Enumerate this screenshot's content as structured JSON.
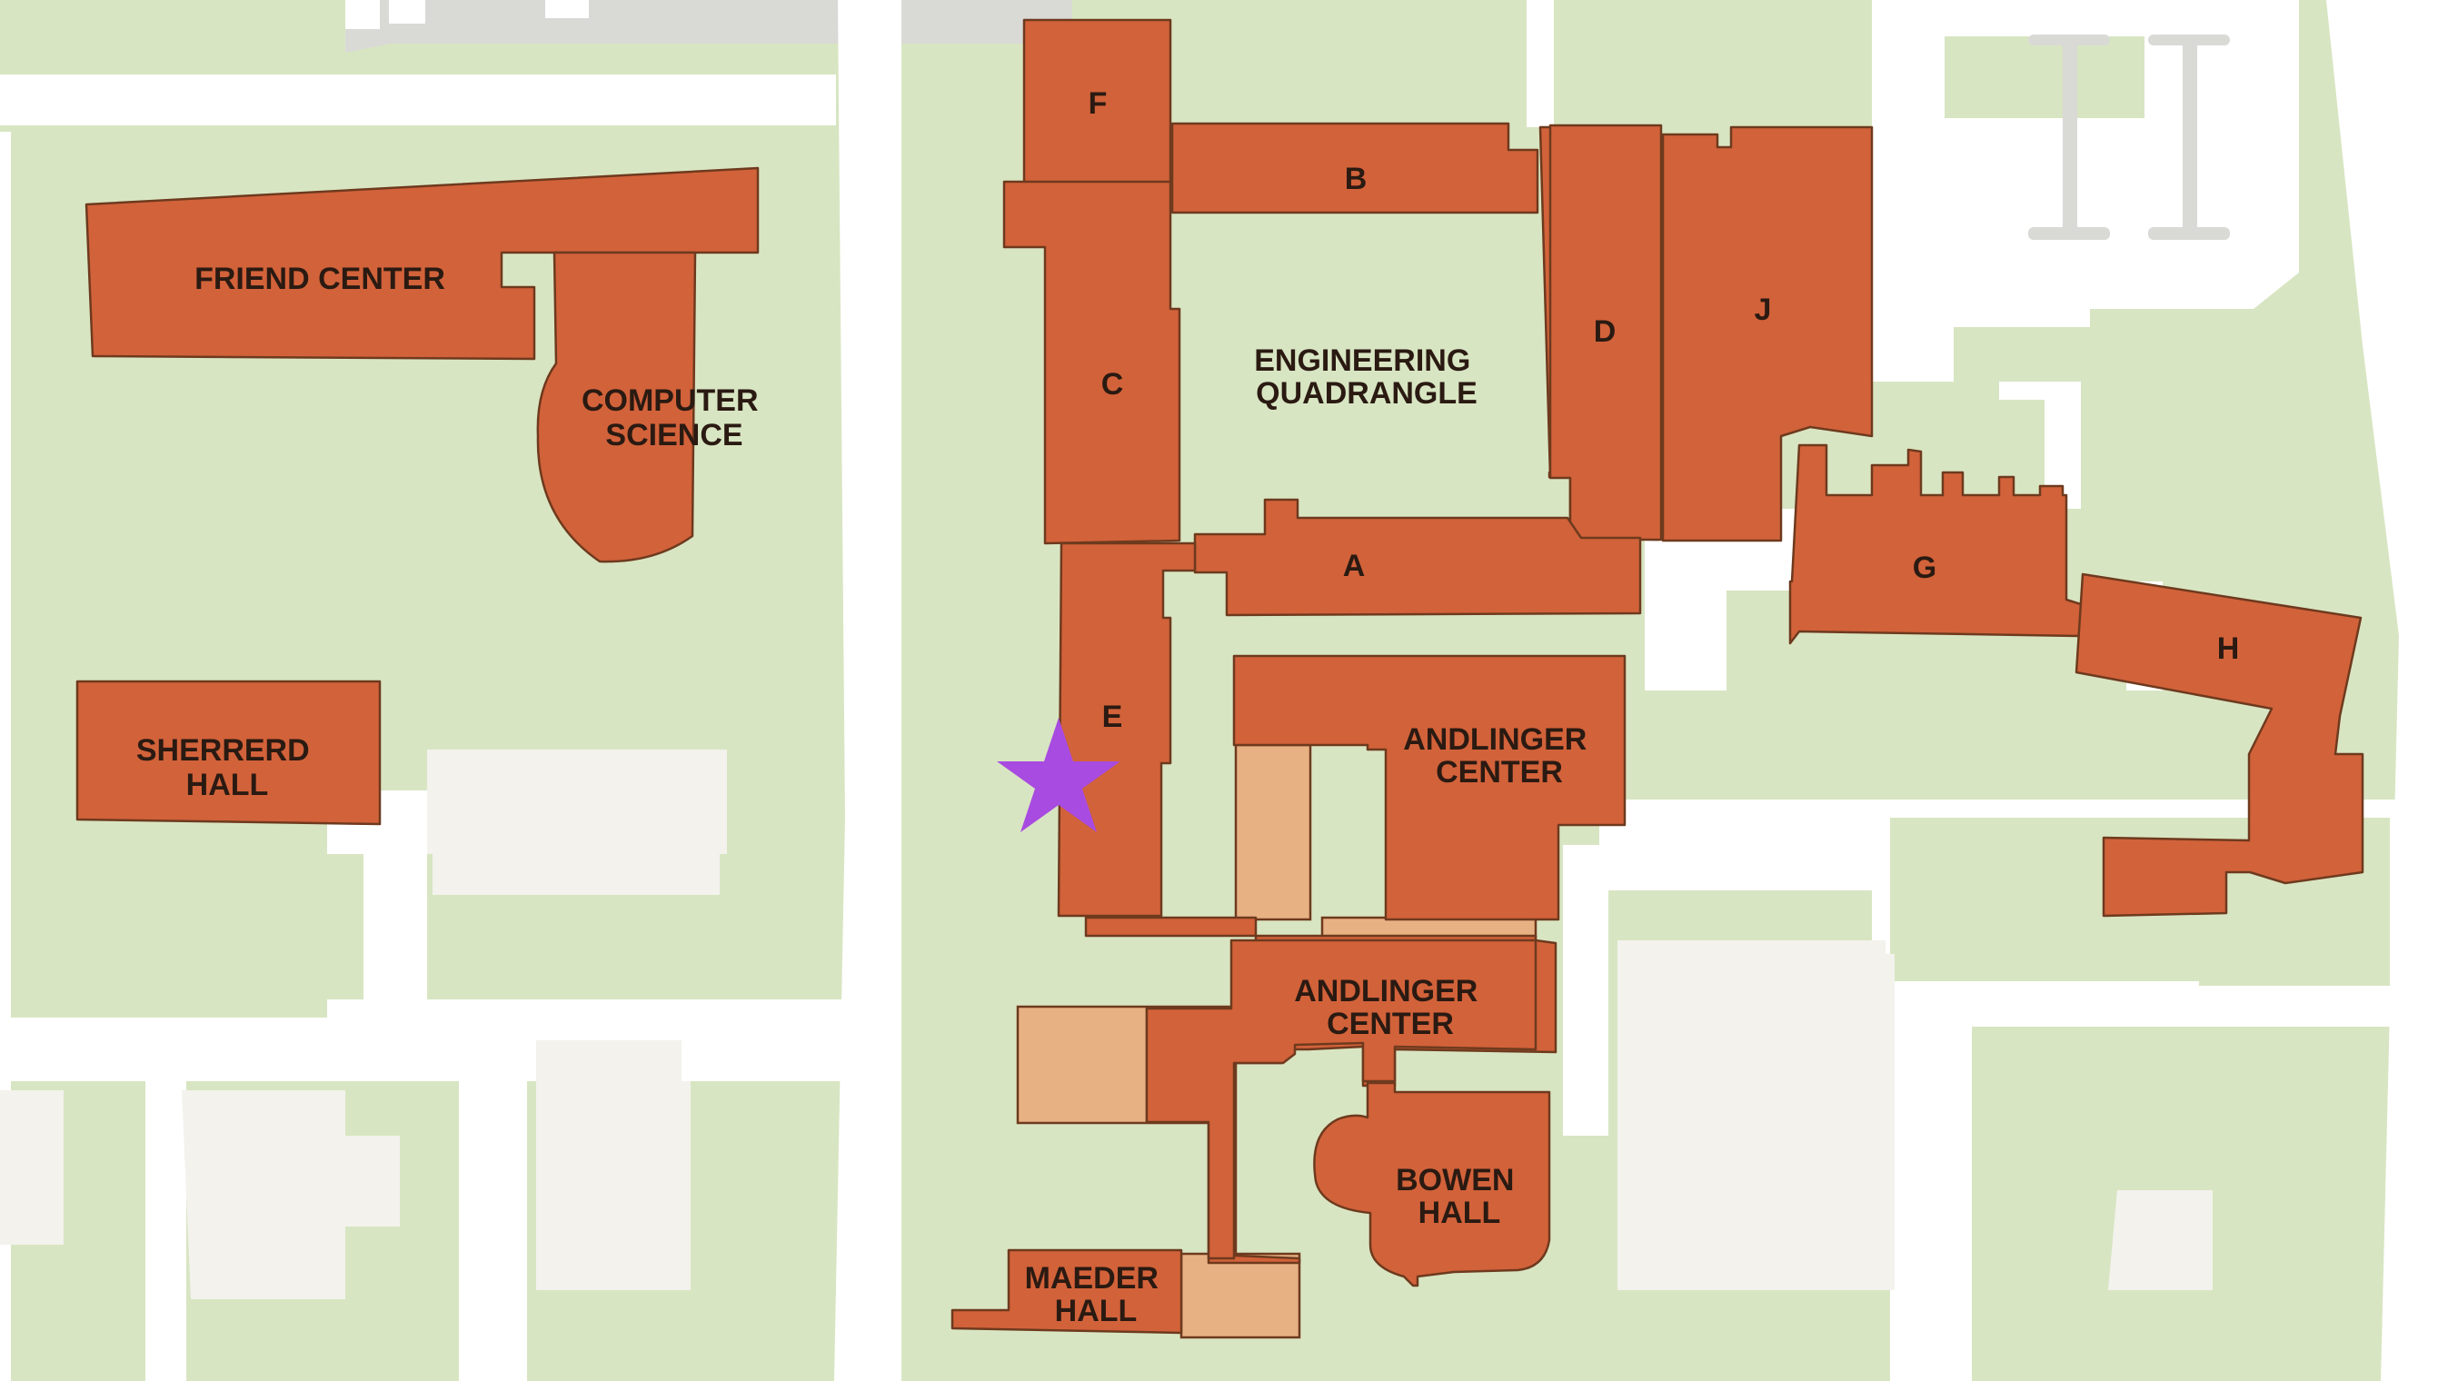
{
  "colors": {
    "grass": "#d8e5c2",
    "path": "#ffffff",
    "road": "#d9d9d6",
    "building": "#d2623a",
    "building_light": "#e8b184",
    "neighbor_building": "#f3f2ed",
    "marker": "#a84be0"
  },
  "labels": {
    "friend_center": "FRIEND CENTER",
    "computer_science": [
      "COMPUTER",
      "SCIENCE"
    ],
    "sherrerd_hall": [
      "SHERRERD",
      "HALL"
    ],
    "wing_f": "F",
    "wing_b": "B",
    "wing_c": "C",
    "engineering_quadrangle": [
      "ENGINEERING",
      "QUADRANGLE"
    ],
    "wing_d": "D",
    "wing_j": "J",
    "wing_a": "A",
    "wing_e": "E",
    "wing_g": "G",
    "wing_h": "H",
    "andlinger_center_north": [
      "ANDLINGER",
      "CENTER"
    ],
    "andlinger_center_south": [
      "ANDLINGER",
      "CENTER"
    ],
    "bowen_hall": [
      "BOWEN",
      "HALL"
    ],
    "maeder_hall": [
      "MAEDER",
      "HALL"
    ]
  },
  "marker": {
    "icon": "star-icon"
  }
}
